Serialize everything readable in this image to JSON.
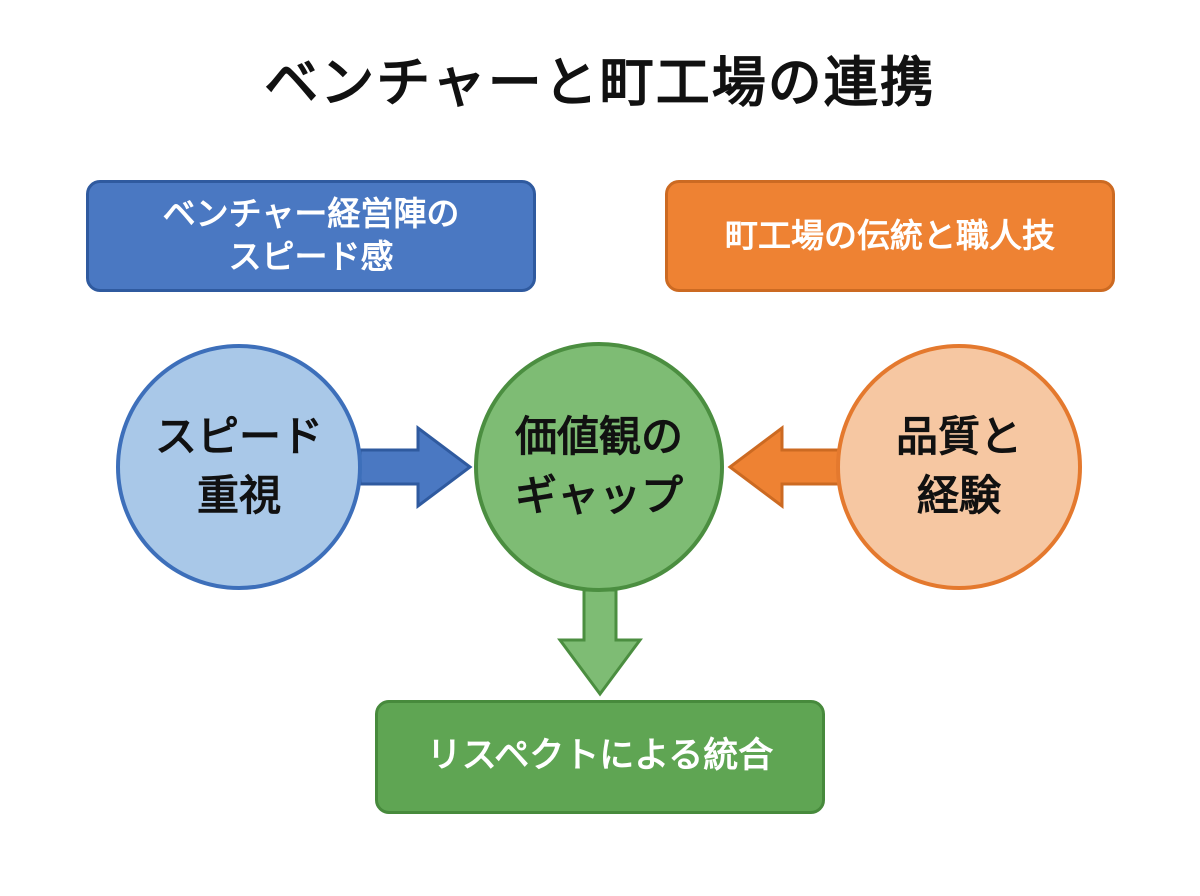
{
  "title": "ベンチャーと町工場の連携",
  "boxes": {
    "venture": {
      "line1": "ベンチャー経営陣の",
      "line2": "スピード感"
    },
    "factory": {
      "line1": "町工場の伝統と職人技"
    },
    "integration": {
      "line1": "リスペクトによる統合"
    }
  },
  "circles": {
    "speed": {
      "line1": "スピード",
      "line2": "重視"
    },
    "gap": {
      "line1": "価値観の",
      "line2": "ギャップ"
    },
    "quality": {
      "line1": "品質と",
      "line2": "経験"
    }
  },
  "colors": {
    "blue": "#4a78c2",
    "orange": "#ee8233",
    "green": "#5fa553"
  }
}
